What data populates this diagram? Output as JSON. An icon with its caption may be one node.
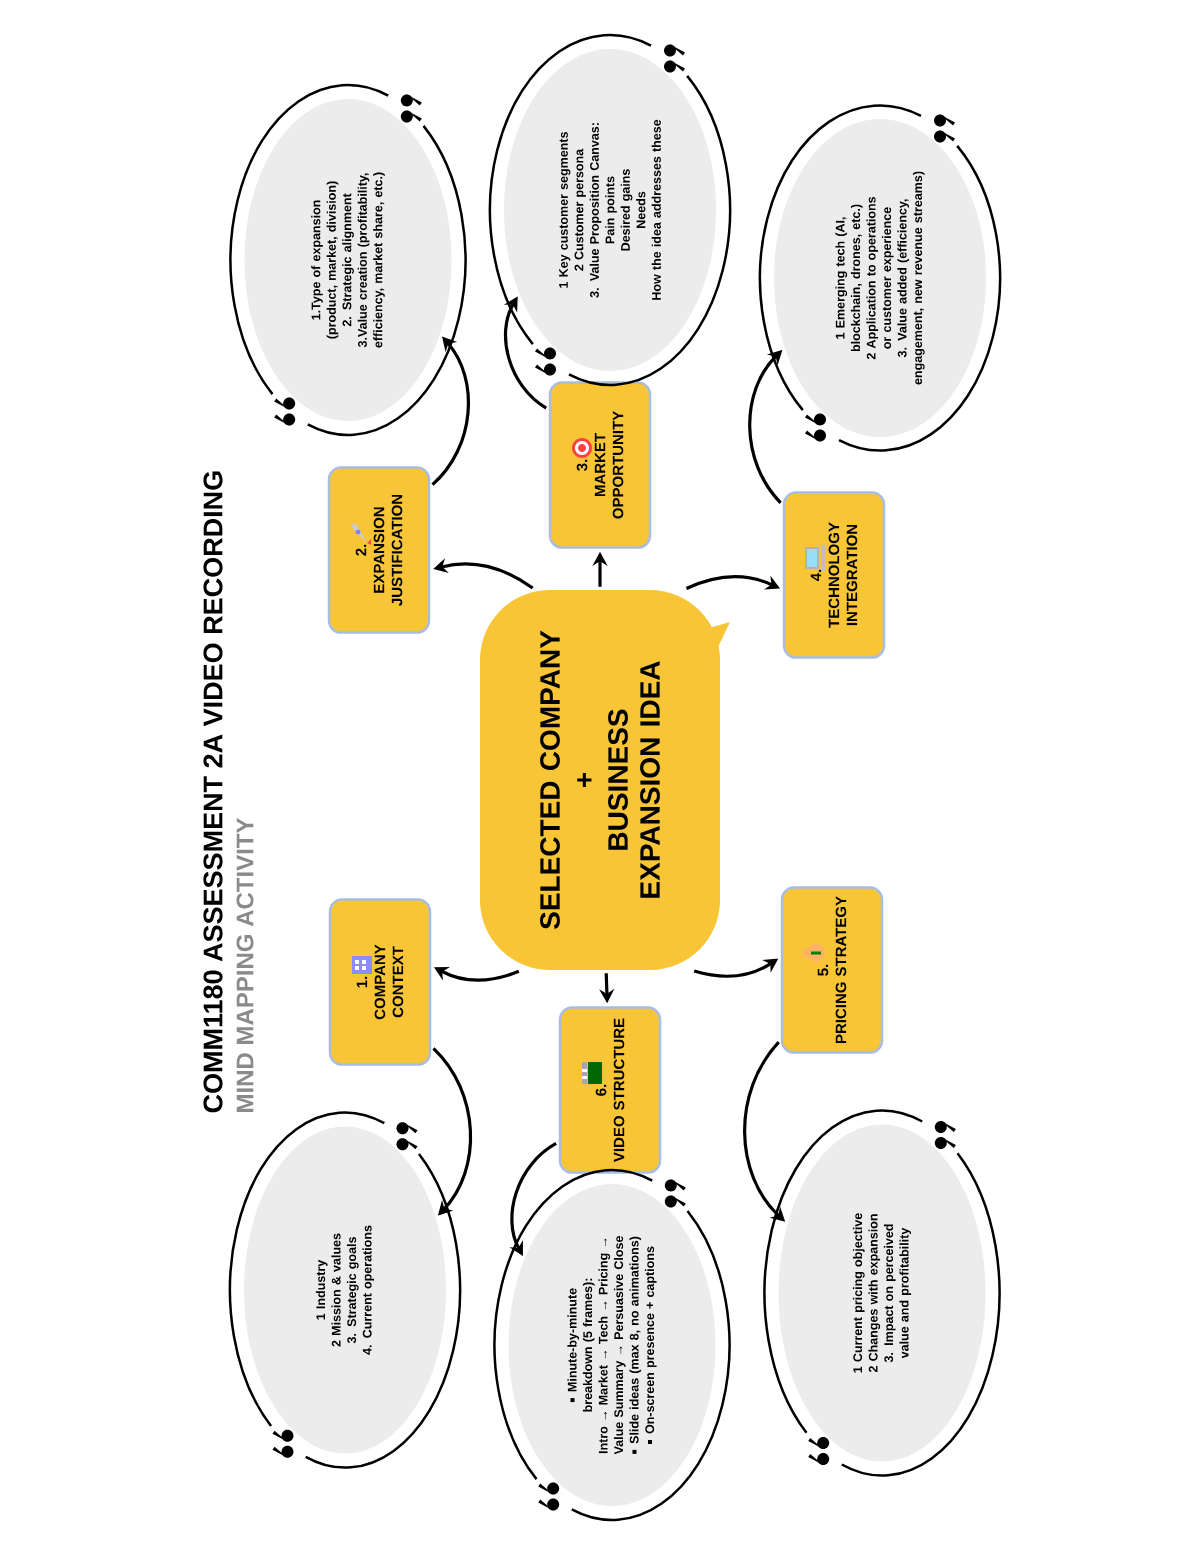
{
  "diagram": {
    "title": "COMM1180 ASSESSMENT 2A VIDEO RECORDING",
    "nodes": [
      {
        "text": [
          "SELECTED COMPANY",
          "+",
          "BUSINESS EXPANSION IDEA"
        ]
      },
      {
        "text": [
          "1.",
          "COMPANY CONTEXT"
        ]
      },
      {
        "text": [
          "2.",
          "EXPANSION JUSTIFICATION"
        ]
      },
      {
        "text": [
          "3.",
          "MARKET OPPORTUNITY"
        ]
      },
      {
        "text": [
          "4.",
          "TECHNOLOGY INTEGRATION"
        ]
      },
      {
        "text": [
          "5.",
          "PRICING STRATEGY"
        ]
      },
      {
        "text": [
          "6.",
          "VIDEO STRUCTURE"
        ]
      },
      {
        "text": [
          "1 Industry",
          "2 Mission & values",
          "3. Strategic goals",
          "4. Current operations"
        ]
      },
      {
        "text": [
          "1.Type of expansion (product, market, division)",
          "2. Strategic alignment",
          "3.Value creation (profitability, efficiency, market share, etc.)"
        ]
      },
      {
        "text": [
          "1 Key customer segments",
          "2 Customer persona",
          "3. Value Proposition Canvas:",
          "Pain points",
          "Desired gains",
          "Needs",
          "How the idea addresses these"
        ]
      },
      {
        "text": [
          "1 Emerging tech (AI, blockchain, drones, etc.)",
          "2 Application to operations or customer experience",
          "3. Value added (efficiency, engagement, new revenue streams)"
        ]
      },
      {
        "text": [
          "Minute-by-minute breakdown (5 frames):",
          "Intro → Market → Tech → Pricing → Value Summary → Persuasive Close",
          "Slide ideas (max 8, no animations)",
          "On-screen presence + captions"
        ]
      },
      {
        "text": [
          "1 Current pricing objective",
          "2 Changes with expansion",
          "3. Impact on perceived value and profitability"
        ]
      }
    ],
    "edges": [
      {
        "from": 0,
        "to": 1,
        "arrow": "to"
      },
      {
        "from": 0,
        "to": 2,
        "arrow": "to"
      },
      {
        "from": 0,
        "to": 3,
        "arrow": "to"
      },
      {
        "from": 0,
        "to": 4,
        "arrow": "to"
      },
      {
        "from": 0,
        "to": 5,
        "arrow": "to"
      },
      {
        "from": 0,
        "to": 6,
        "arrow": "to"
      },
      {
        "from": 1,
        "to": 7,
        "arrow": "to"
      },
      {
        "from": 2,
        "to": 8,
        "arrow": "to"
      },
      {
        "from": 3,
        "to": 9,
        "arrow": "to"
      },
      {
        "from": 4,
        "to": 10,
        "arrow": "to"
      },
      {
        "from": 5,
        "to": 12,
        "arrow": "to"
      },
      {
        "from": 6,
        "to": 11,
        "arrow": "to"
      }
    ],
    "labels": [
      "MIND MAPPING ACTIVITY"
    ]
  }
}
